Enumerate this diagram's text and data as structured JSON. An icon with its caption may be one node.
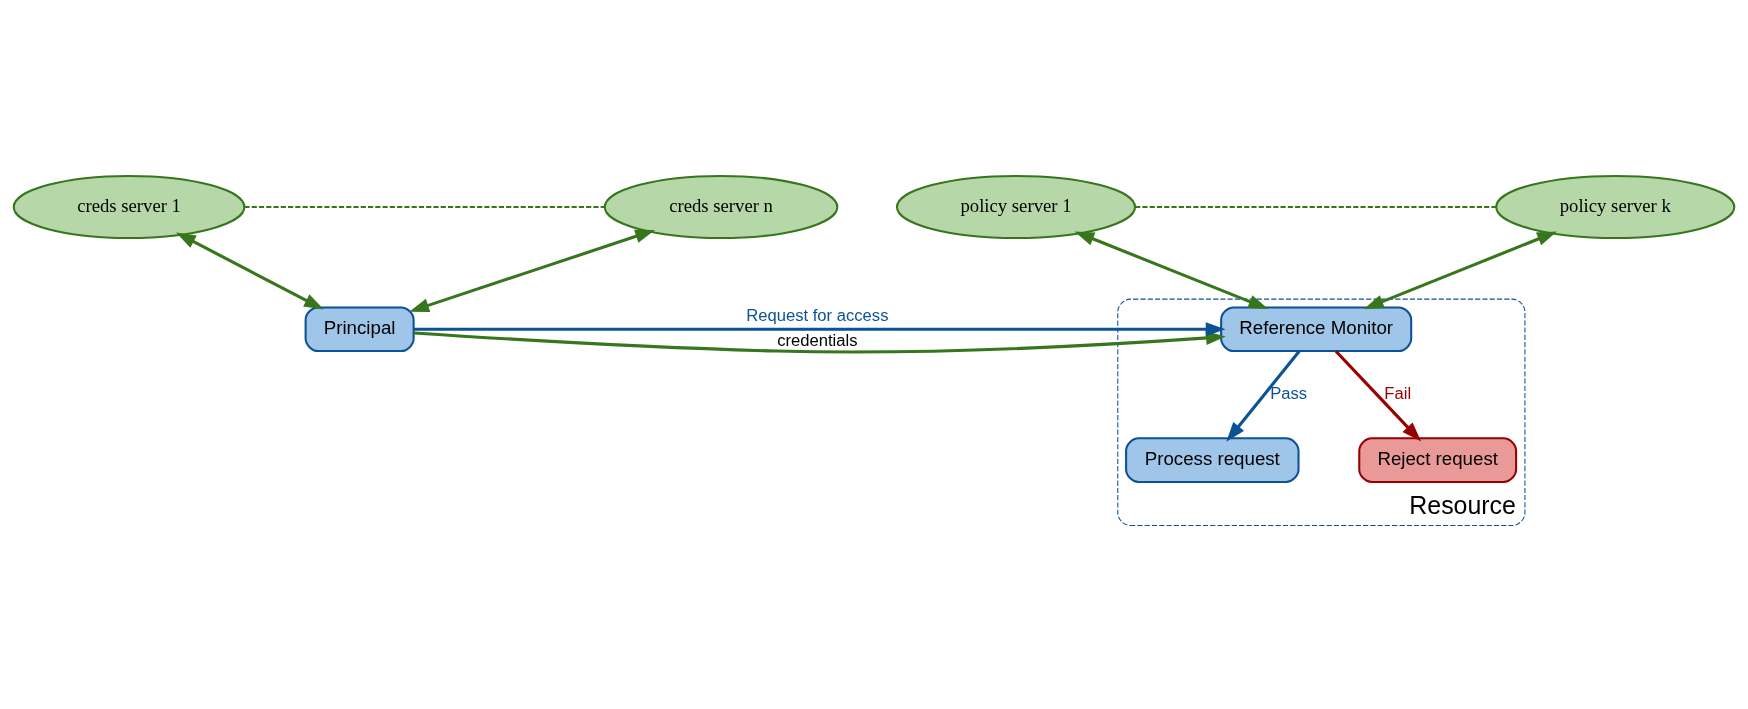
{
  "diagram": {
    "nodes": [
      {
        "text": [
          "creds server 1"
        ]
      },
      {
        "text": [
          "creds server n"
        ]
      },
      {
        "text": [
          "policy server 1"
        ]
      },
      {
        "text": [
          "policy server k"
        ]
      },
      {
        "text": [
          "Principal"
        ]
      },
      {
        "text": [
          "Resource"
        ]
      },
      {
        "text": [
          "Reference Monitor"
        ],
        "in": 5
      },
      {
        "text": [
          "Process request"
        ],
        "in": 5
      },
      {
        "text": [
          "Reject request"
        ],
        "in": 5
      }
    ],
    "edges": [
      {
        "from": 0,
        "to": 1,
        "arrow": "none",
        "style": "dashed"
      },
      {
        "from": 2,
        "to": 3,
        "arrow": "none",
        "style": "dashed"
      },
      {
        "from": 0,
        "to": 4,
        "arrow": "both"
      },
      {
        "from": 1,
        "to": 4,
        "arrow": "both"
      },
      {
        "from": 2,
        "to": 6,
        "arrow": "both"
      },
      {
        "from": 3,
        "to": 6,
        "arrow": "both"
      },
      {
        "from": 4,
        "to": 6,
        "arrow": "to",
        "label": "credentials"
      },
      {
        "from": 4,
        "to": 6,
        "arrow": "to",
        "label": "Request for access",
        "color": "#0b5394"
      },
      {
        "from": 6,
        "to": 7,
        "arrow": "to",
        "label": "Pass",
        "color": "#0b5394"
      },
      {
        "from": 6,
        "to": 8,
        "arrow": "to",
        "label": "Fail",
        "color": "#990000"
      }
    ]
  }
}
